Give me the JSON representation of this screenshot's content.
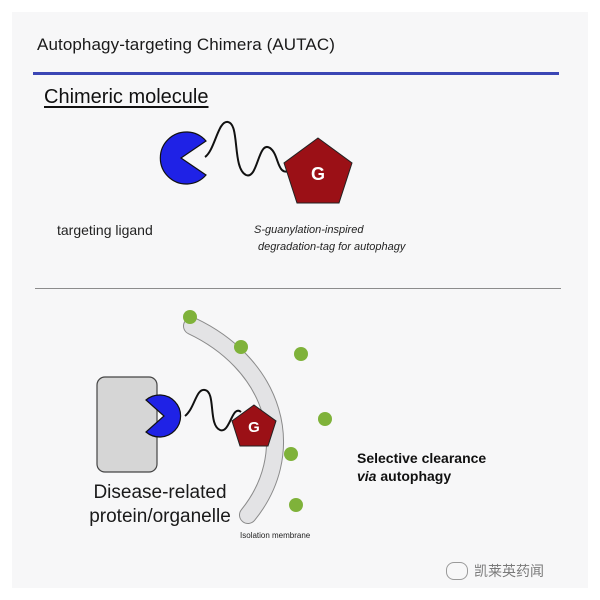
{
  "header": {
    "title": "Autophagy-targeting Chimera (AUTAC)"
  },
  "section1": {
    "subtitle": "Chimeric molecule",
    "targeting_ligand_label": "targeting ligand",
    "tag_label_line1": "S-guanylation-inspired",
    "tag_label_line2": "degradation-tag for autophagy",
    "tag_letter": "G"
  },
  "section2": {
    "tag_letter": "G",
    "disease_line1": "Disease-related",
    "disease_line2": "protein/organelle",
    "clearance_line1": "Selective clearance",
    "clearance_via": "via",
    "clearance_rest": " autophagy",
    "membrane_label": "Isolation membrane"
  },
  "watermark": {
    "text": "凯莱英药闻"
  },
  "colors": {
    "ligand_blue": "#1f22e6",
    "tag_red": "#9b1016",
    "membrane_gray": "#e3e3e5",
    "dot_green": "#7fb23a",
    "protein_gray": "#d6d6d6",
    "rule_blue": "#3b46b5"
  }
}
